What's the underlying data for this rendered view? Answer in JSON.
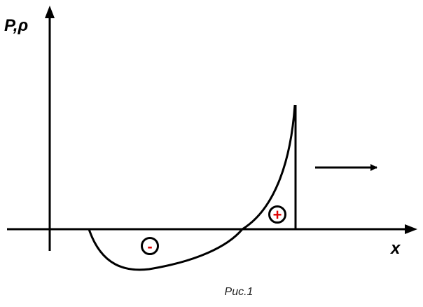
{
  "figure": {
    "y_axis_label": "P,ρ",
    "x_axis_label": "x",
    "caption": "Рис.1",
    "negative_sign": "-",
    "positive_sign": "+"
  },
  "colors": {
    "line": "#000000",
    "sign": "#e00000",
    "background": "#ffffff"
  }
}
